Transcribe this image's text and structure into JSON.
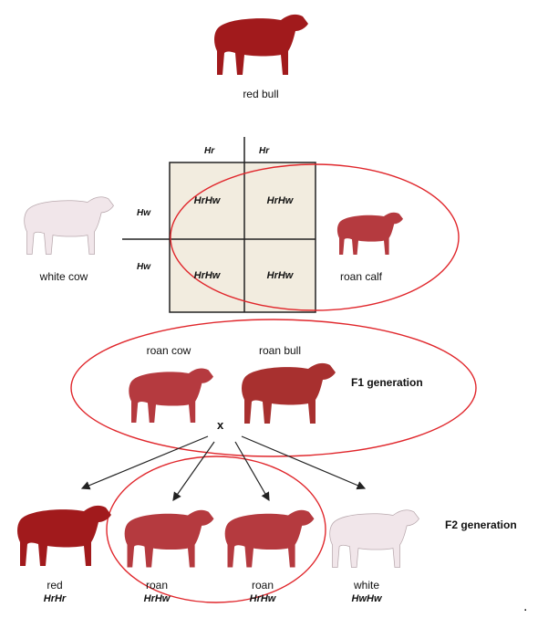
{
  "top": {
    "bull_label": "red bull"
  },
  "punnett": {
    "col_alleles": [
      "Hr",
      "Hr"
    ],
    "row_alleles": [
      "Hw",
      "Hw"
    ],
    "cells": [
      "HrHw",
      "HrHw",
      "HrHw",
      "HrHw"
    ],
    "left_label": "white cow",
    "right_label": "roan calf"
  },
  "f1": {
    "cow_label": "roan cow",
    "bull_label": "roan bull",
    "generation_label": "F1 generation",
    "cross_symbol": "x"
  },
  "f2": {
    "generation_label": "F2 generation",
    "offspring": [
      {
        "phenotype": "red",
        "genotype": "HrHr"
      },
      {
        "phenotype": "roan",
        "genotype": "HrHw"
      },
      {
        "phenotype": "roan",
        "genotype": "HrHw"
      },
      {
        "phenotype": "white",
        "genotype": "HwHw"
      }
    ]
  },
  "trailing_mark": ".",
  "colors": {
    "red_cattle": "#a11a1c",
    "roan_cattle": "#b53a3f",
    "white_cattle": "#f1e6ea",
    "ellipse": "#e0262b",
    "square_fill": "#f2ecdf"
  }
}
